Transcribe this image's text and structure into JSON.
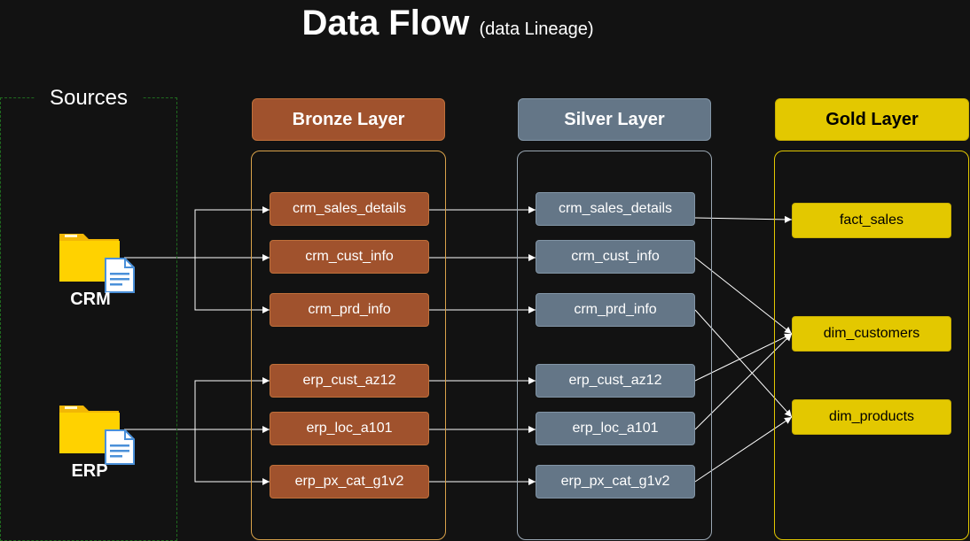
{
  "title": {
    "main": "Data Flow",
    "sub": "(data Lineage)"
  },
  "sources": {
    "label": "Sources",
    "items": [
      {
        "id": "crm",
        "label": "CRM",
        "icon": "folder-document-icon"
      },
      {
        "id": "erp",
        "label": "ERP",
        "icon": "folder-document-icon"
      }
    ]
  },
  "layers": {
    "bronze": {
      "header": "Bronze Layer",
      "color": "#a0522d",
      "nodes": [
        "crm_sales_details",
        "crm_cust_info",
        "crm_prd_info",
        "erp_cust_az12",
        "erp_loc_a101",
        "erp_px_cat_g1v2"
      ]
    },
    "silver": {
      "header": "Silver Layer",
      "color": "#647687",
      "nodes": [
        "crm_sales_details",
        "crm_cust_info",
        "crm_prd_info",
        "erp_cust_az12",
        "erp_loc_a101",
        "erp_px_cat_g1v2"
      ]
    },
    "gold": {
      "header": "Gold Layer",
      "color": "#e3c800",
      "nodes": [
        "fact_sales",
        "dim_customers",
        "dim_products"
      ]
    }
  },
  "connections": [
    {
      "from": "sources.crm",
      "to": "bronze.crm_sales_details"
    },
    {
      "from": "sources.crm",
      "to": "bronze.crm_cust_info"
    },
    {
      "from": "sources.crm",
      "to": "bronze.crm_prd_info"
    },
    {
      "from": "sources.erp",
      "to": "bronze.erp_cust_az12"
    },
    {
      "from": "sources.erp",
      "to": "bronze.erp_loc_a101"
    },
    {
      "from": "sources.erp",
      "to": "bronze.erp_px_cat_g1v2"
    },
    {
      "from": "bronze.crm_sales_details",
      "to": "silver.crm_sales_details"
    },
    {
      "from": "bronze.crm_cust_info",
      "to": "silver.crm_cust_info"
    },
    {
      "from": "bronze.crm_prd_info",
      "to": "silver.crm_prd_info"
    },
    {
      "from": "bronze.erp_cust_az12",
      "to": "silver.erp_cust_az12"
    },
    {
      "from": "bronze.erp_loc_a101",
      "to": "silver.erp_loc_a101"
    },
    {
      "from": "bronze.erp_px_cat_g1v2",
      "to": "silver.erp_px_cat_g1v2"
    },
    {
      "from": "silver.crm_sales_details",
      "to": "gold.fact_sales"
    },
    {
      "from": "silver.crm_cust_info",
      "to": "gold.dim_customers"
    },
    {
      "from": "silver.crm_prd_info",
      "to": "gold.dim_products"
    },
    {
      "from": "silver.erp_cust_az12",
      "to": "gold.dim_customers"
    },
    {
      "from": "silver.erp_loc_a101",
      "to": "gold.dim_customers"
    },
    {
      "from": "silver.erp_px_cat_g1v2",
      "to": "gold.dim_products"
    }
  ]
}
